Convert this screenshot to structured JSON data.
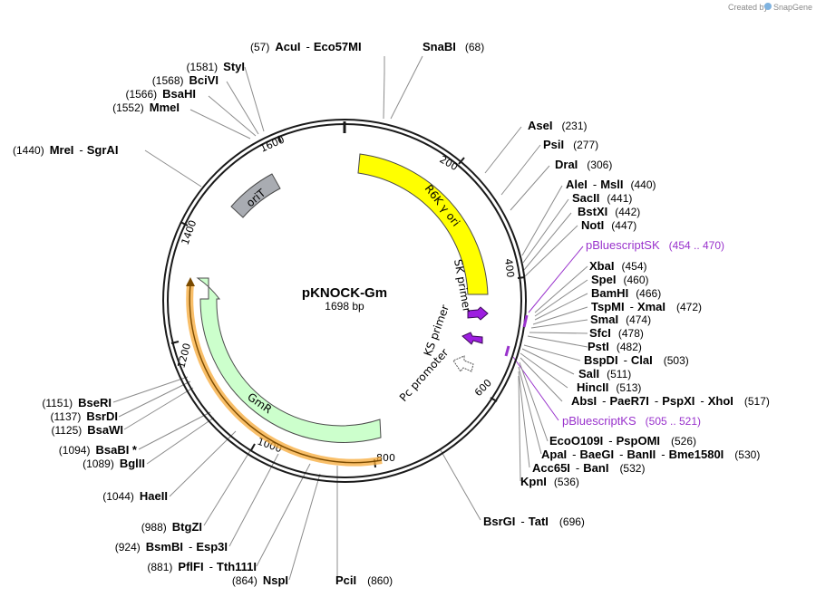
{
  "plasmid": {
    "name": "pKNOCK-Gm",
    "length": "1698 bp"
  },
  "credit": {
    "text": "Created by",
    "brand": "SnapGene"
  },
  "ticks": [
    "200",
    "400",
    "600",
    "800",
    "1000",
    "1200",
    "1400",
    "1600"
  ],
  "features": {
    "r6k": "R6K γ ori",
    "orit": "oriT",
    "gmr": "GmR",
    "sk_primer": "SK primer",
    "ks_primer": "KS primer",
    "pc_promoter": "Pc promoter"
  },
  "colors": {
    "r6k": "#ffff00",
    "orit": "#a9acb2",
    "gmr": "#ccffcc",
    "primer": "#9d1ee0",
    "gene_highlight": "#f7a937",
    "purple_label": "#9932cc"
  },
  "enzymes": {
    "acui": "(57)",
    "acui_name": "AcuI",
    "eco57mi_name": "Eco57MI",
    "snabi": "(68)",
    "snabi_name": "SnaBI",
    "styi": "(1581)",
    "styi_name": "StyI",
    "bcivi": "(1568)",
    "bcivi_name": "BciVI",
    "bsahi": "(1566)",
    "bsahi_name": "BsaHI",
    "mmei": "(1552)",
    "mmei_name": "MmeI",
    "mrei": "(1440)",
    "mrei_name": "MreI",
    "sgrai_name": "SgrAI",
    "asei": "(231)",
    "asei_name": "AseI",
    "psii": "(277)",
    "psii_name": "PsiI",
    "drai": "(306)",
    "drai_name": "DraI",
    "alei": "(440)",
    "alei_name": "AleI",
    "msli_name": "MslI",
    "sacii": "(441)",
    "sacii_name": "SacII",
    "bstxi": "(442)",
    "bstxi_name": "BstXI",
    "noti": "(447)",
    "noti_name": "NotI",
    "pbsk": "(454 .. 470)",
    "pbsk_name": "pBluescriptSK",
    "xbai": "(454)",
    "xbai_name": "XbaI",
    "spei": "(460)",
    "spei_name": "SpeI",
    "bamhi": "(466)",
    "bamhi_name": "BamHI",
    "tspmi": "(472)",
    "tspmi_name": "TspMI",
    "xmai_name": "XmaI",
    "smai": "(474)",
    "smai_name": "SmaI",
    "sfci": "(478)",
    "sfci_name": "SfcI",
    "psti": "(482)",
    "psti_name": "PstI",
    "bspdi": "(503)",
    "bspdi_name": "BspDI",
    "clai_name": "ClaI",
    "sali": "(511)",
    "sali_name": "SalI",
    "hincii": "(513)",
    "hincii_name": "HincII",
    "absi": "(517)",
    "absi_name": "AbsI",
    "paer7i_name": "PaeR7I",
    "pspxi_name": "PspXI",
    "xhoi_name": "XhoI",
    "pbks": "(505 .. 521)",
    "pbks_name": "pBluescriptKS",
    "eco0109i": "(526)",
    "eco0109i_name": "EcoO109I",
    "pspomi_name": "PspOMI",
    "apai": "(530)",
    "apai_name": "ApaI",
    "baegi_name": "BaeGI",
    "banii_name": "BanII",
    "bme1580i_name": "Bme1580I",
    "acc65i": "(532)",
    "acc65i_name": "Acc65I",
    "bani_name": "BanI",
    "kpni": "(536)",
    "kpni_name": "KpnI",
    "bsrgi": "(696)",
    "bsrgi_name": "BsrGI",
    "tati_name": "TatI",
    "bseri": "(1151)",
    "bseri_name": "BseRI",
    "bsrdi": "(1137)",
    "bsrdi_name": "BsrDI",
    "bsawi": "(1125)",
    "bsawi_name": "BsaWI",
    "bsabi": "(1094)",
    "bsabi_name": "BsaBI *",
    "bglii": "(1089)",
    "bglii_name": "BglII",
    "haeii": "(1044)",
    "haeii_name": "HaeII",
    "btgzi": "(988)",
    "btgzi_name": "BtgZI",
    "bsmbi": "(924)",
    "bsmbi_name": "BsmBI",
    "esp3i_name": "Esp3I",
    "pflfi": "(881)",
    "pflfi_name": "PflFI",
    "tth111i_name": "Tth111I",
    "nspi": "(864)",
    "nspi_name": "NspI",
    "pcii": "(860)",
    "pcii_name": "PciI",
    "sep": "-"
  }
}
